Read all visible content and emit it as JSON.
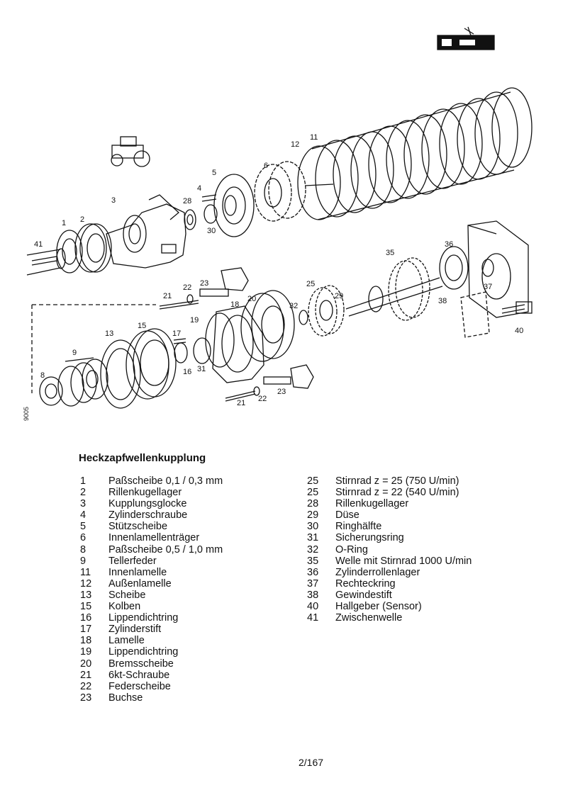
{
  "diagram": {
    "labels": [
      "1",
      "2",
      "3",
      "4",
      "5",
      "6",
      "8",
      "9",
      "11",
      "12",
      "13",
      "15",
      "16",
      "17",
      "18",
      "19",
      "20",
      "21",
      "22",
      "23",
      "25",
      "28",
      "29",
      "30",
      "31",
      "32",
      "35",
      "36",
      "37",
      "38",
      "40",
      "41",
      "21",
      "22",
      "23"
    ],
    "side_code": "9005"
  },
  "legend": {
    "title": "Heckzapfwellenkupplung",
    "left_column": [
      {
        "num": "1",
        "text": "Paßscheibe 0,1 / 0,3 mm"
      },
      {
        "num": "2",
        "text": "Rillenkugellager"
      },
      {
        "num": "3",
        "text": "Kupplungsglocke"
      },
      {
        "num": "4",
        "text": "Zylinderschraube"
      },
      {
        "num": "5",
        "text": "Stützscheibe"
      },
      {
        "num": "6",
        "text": "Innenlamellenträger"
      },
      {
        "num": "8",
        "text": "Paßscheibe 0,5 / 1,0 mm"
      },
      {
        "num": "9",
        "text": "Tellerfeder"
      },
      {
        "num": "11",
        "text": "Innenlamelle"
      },
      {
        "num": "12",
        "text": "Außenlamelle"
      },
      {
        "num": "13",
        "text": "Scheibe"
      },
      {
        "num": "15",
        "text": "Kolben"
      },
      {
        "num": "16",
        "text": "Lippendichtring"
      },
      {
        "num": "17",
        "text": "Zylinderstift"
      },
      {
        "num": "18",
        "text": "Lamelle"
      },
      {
        "num": "19",
        "text": "Lippendichtring"
      },
      {
        "num": "20",
        "text": "Bremsscheibe"
      },
      {
        "num": "21",
        "text": "6kt-Schraube"
      },
      {
        "num": "22",
        "text": "Federscheibe"
      },
      {
        "num": "23",
        "text": "Buchse"
      }
    ],
    "right_column": [
      {
        "num": "25",
        "text": "Stirnrad z = 25 (750 U/min)"
      },
      {
        "num": "25",
        "text": "Stirnrad z = 22 (540 U/min)"
      },
      {
        "num": "28",
        "text": "Rillenkugellager"
      },
      {
        "num": "29",
        "text": "Düse"
      },
      {
        "num": "30",
        "text": "Ringhälfte"
      },
      {
        "num": "31",
        "text": "Sicherungsring"
      },
      {
        "num": "32",
        "text": "O-Ring"
      },
      {
        "num": "35",
        "text": "Welle mit Stirnrad 1000 U/min"
      },
      {
        "num": "36",
        "text": "Zylinderrollenlager"
      },
      {
        "num": "37",
        "text": "Rechteckring"
      },
      {
        "num": "38",
        "text": "Gewindestift"
      },
      {
        "num": "40",
        "text": "Hallgeber (Sensor)"
      },
      {
        "num": "41",
        "text": "Zwischenwelle"
      }
    ]
  },
  "page_number": "2/167"
}
